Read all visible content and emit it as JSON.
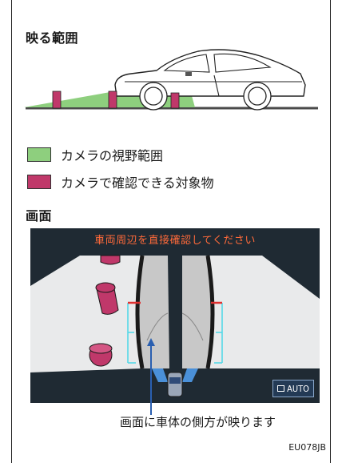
{
  "section1": {
    "heading": "映る範囲"
  },
  "legend": [
    {
      "label": "カメラの視野範囲",
      "color": "#8ecf7e"
    },
    {
      "label": "カメラで確認できる対象物",
      "color": "#c0386a"
    }
  ],
  "section2": {
    "heading": "画面"
  },
  "screen": {
    "message": "車両周辺を直接確認してください",
    "auto_button_label": "AUTO"
  },
  "caption": "画面に車体の側方が映ります",
  "figure_code": "EU078JB",
  "icons": [
    "camera-icon"
  ]
}
